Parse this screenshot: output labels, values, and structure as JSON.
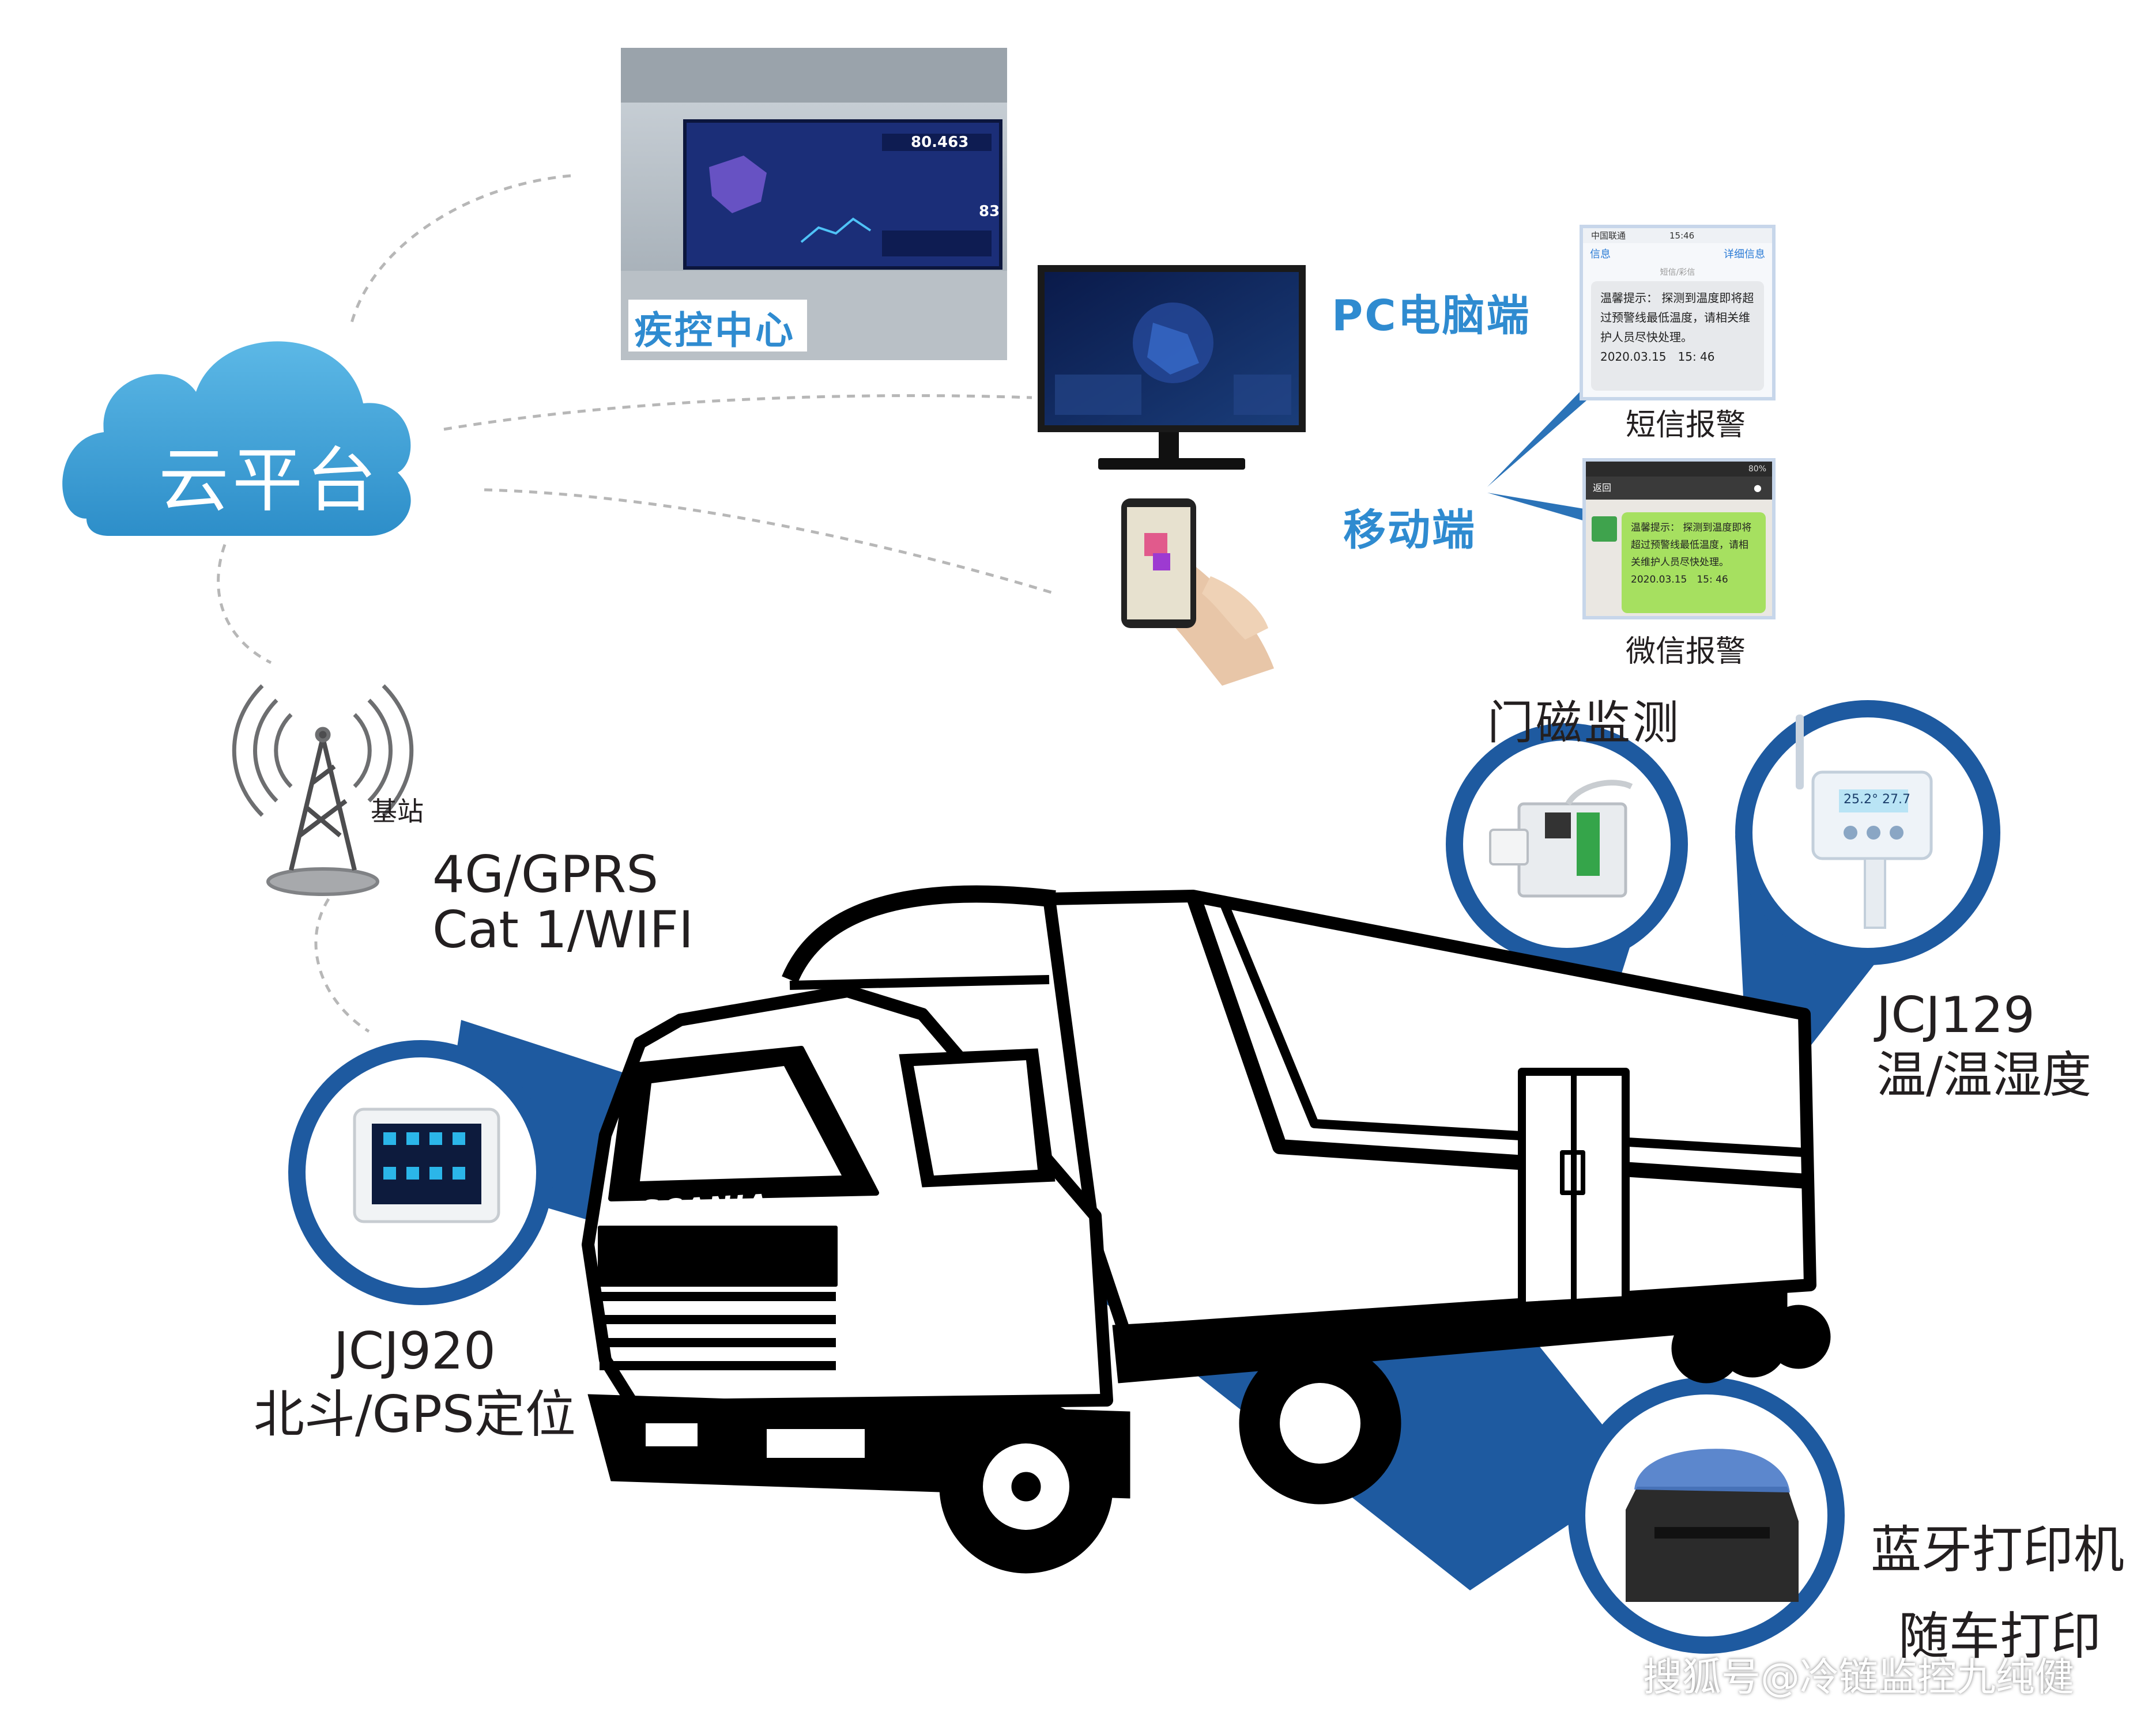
{
  "cloud": {
    "label": "云平台"
  },
  "tower": {
    "label": "基站",
    "icon": "cell-tower-icon"
  },
  "network": {
    "line1": "4G/GPRS",
    "line2": "Cat 1/WIFI"
  },
  "cdc": {
    "label": "疾控中心",
    "wall_value_1": "80.463",
    "wall_value_2": "83"
  },
  "pc": {
    "label": "PC电脑端"
  },
  "mobile": {
    "label": "移动端"
  },
  "sms": {
    "caption": "短信报警",
    "carrier": "中国联通",
    "time": "15:46",
    "back": "信息",
    "detail": "详细信息",
    "subtitle": "短信/彩信",
    "text": "温馨提示：              探测到温度即将超过预警线最低温度，请相关维护人员尽快处理。",
    "date": "2020.03.15　15: 46"
  },
  "wechat": {
    "caption": "微信报警",
    "back": "返回",
    "battery": "80%",
    "text": "温馨提示：              探测到温度即将超过预警线最低温度，请相关维护人员尽快处理。",
    "date": "2020.03.15　15: 46"
  },
  "door": {
    "label": "门磁监测"
  },
  "temp": {
    "model": "JCJ129",
    "desc": "温/温湿度",
    "screen": "25.2° 27.7"
  },
  "gps": {
    "model": "JCJ920",
    "desc": "北斗/GPS定位"
  },
  "printer": {
    "line1": "蓝牙打印机",
    "line2": "随车打印"
  },
  "truck": {
    "brand": "SCANIA"
  },
  "watermark": {
    "text": "搜狐号@冷链监控九纯健"
  },
  "colors": {
    "accent_blue": "#1e5aa0",
    "label_blue": "#2f8bd0",
    "cloud_blue": "#3fa2d6",
    "ink": "#231f20"
  }
}
